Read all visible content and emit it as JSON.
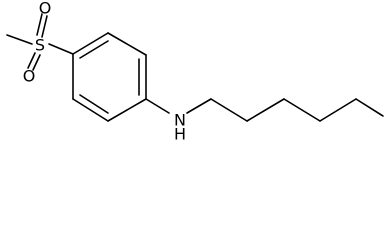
{
  "molecule": {
    "atoms": {
      "sulfur": "S",
      "oxygen_top": "O",
      "oxygen_bottom": "O",
      "amine": "N",
      "amine_h": "H"
    },
    "colors": {
      "bond": "#000000",
      "label": "#000000",
      "background": "#ffffff"
    }
  }
}
